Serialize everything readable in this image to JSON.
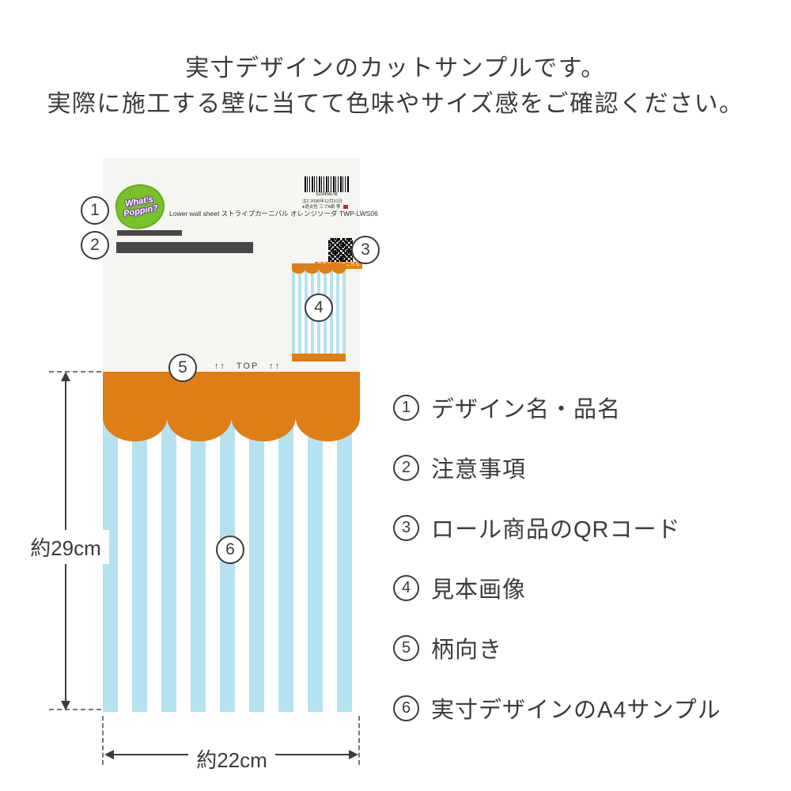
{
  "page": {
    "header_line1": "実寸デザインのカットサンプルです。",
    "header_line2": "実際に施工する壁に当てて色味やサイズ感をご確認ください。"
  },
  "sheet": {
    "logo_line1": "What's",
    "logo_line2": "Poppin?",
    "product_name": "Lower wall sheet ストライプカーニバル オレンジソーダ TWP-LWS06",
    "barcode_digits": "5234567B",
    "meta_line1": "注2 2030年12月31日",
    "meta_line2": "●遮炎性 三プA紙 等",
    "qr_label": "商品ページはこちら",
    "top_marker": "↑↑　TOP　↑↑"
  },
  "callouts": {
    "c1": "1",
    "c2": "2",
    "c3": "3",
    "c4": "4",
    "c5": "5",
    "c6": "6"
  },
  "legend": {
    "items": [
      {
        "num": "1",
        "label": "デザイン名・品名"
      },
      {
        "num": "2",
        "label": "注意事項"
      },
      {
        "num": "3",
        "label": "ロール商品のQRコード"
      },
      {
        "num": "4",
        "label": "見本画像"
      },
      {
        "num": "5",
        "label": "柄向き"
      },
      {
        "num": "6",
        "label": "実寸デザインのA4サンプル"
      }
    ]
  },
  "dimensions": {
    "height": "約29cm",
    "width": "約22cm"
  },
  "colors": {
    "orange": "#dd7e17",
    "stripe_blue": "#b5e2f1",
    "text": "#3b3b3b",
    "logo_green": "#76c32a"
  }
}
